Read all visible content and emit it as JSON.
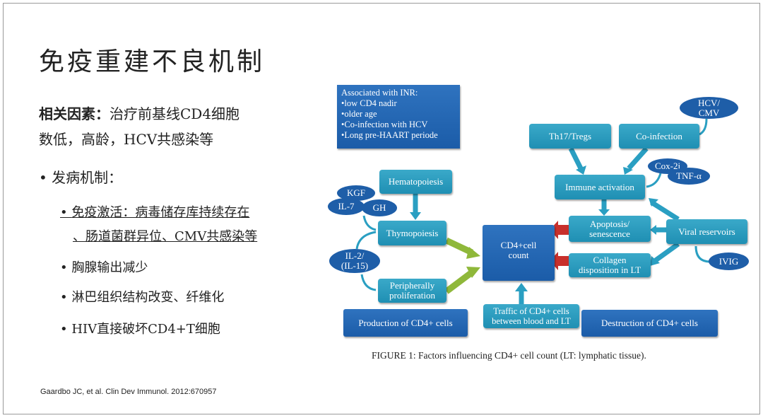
{
  "slide": {
    "title": "免疫重建不良机制",
    "factors_label": "相关因素：",
    "factors_text_1": "治疗前基线CD4细胞",
    "factors_text_2": "数低，高龄，HCV共感染等",
    "bullet_main": "发病机制：",
    "sub_bullets": [
      "免疫激活：病毒储存库持续存在",
      "、肠道菌群异位、CMV共感染等",
      "胸腺输出减少",
      "淋巴组织结构改变、纤维化",
      "HIV直接破坏CD4+T细胞"
    ],
    "reference": "Gaardbo JC, et al. Clin Dev Immunol. 2012:670957"
  },
  "figure": {
    "inr_box": [
      "Associated with INR:",
      "•low CD4 nadir",
      "•older age",
      "•Co-infection with HCV",
      "•Long pre-HAART periode"
    ],
    "hematopoiesis": "Hematopoiesis",
    "kgf": "KGF",
    "il7": "IL-7",
    "gh": "GH",
    "thymopoiesis": "Thymopoiesis",
    "il2": "IL-2/\n(IL-15)",
    "peripheral": "Peripherally proliferation",
    "cd4": "CD4+cell count",
    "production": "Production of CD4+ cells",
    "traffic": "Traffic of CD4+ cells between blood and LT",
    "destruction": "Destruction of CD4+ cells",
    "th17": "Th17/Tregs",
    "coinfection": "Co-infection",
    "hcv": "HCV/ CMV",
    "cox": "Cox-2i",
    "tnf": "TNF-α",
    "immune": "Immune activation",
    "apoptosis": "Apoptosis/ senescence",
    "viral": "Viral reservoirs",
    "collagen": "Collagen disposition in LT",
    "ivig": "IVIG",
    "caption": "FIGURE 1: Factors influencing CD4+ cell count (LT: lymphatic tissue)."
  }
}
